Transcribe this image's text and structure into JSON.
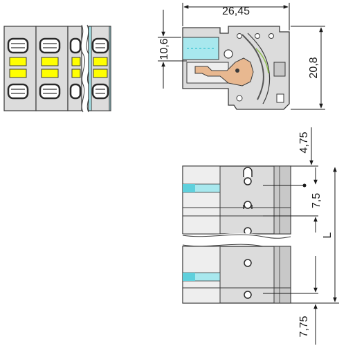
{
  "dimensions": {
    "width": "26,45",
    "clamp_height": "10,6",
    "total_height": "20,8",
    "top_offset": "4,75",
    "pitch": "7,5",
    "length": "L",
    "bottom_offset": "7,75"
  },
  "colors": {
    "housing": "#dcdcdc",
    "housing_dark": "#c8c8c8",
    "outline": "#3a3a3a",
    "marker_yellow": "#ffff00",
    "accent_cyan": "#a8e8ee",
    "accent_cyan_dark": "#5fd0dc",
    "spring_copper": "#e8b890",
    "line": "#1a1a1a"
  }
}
